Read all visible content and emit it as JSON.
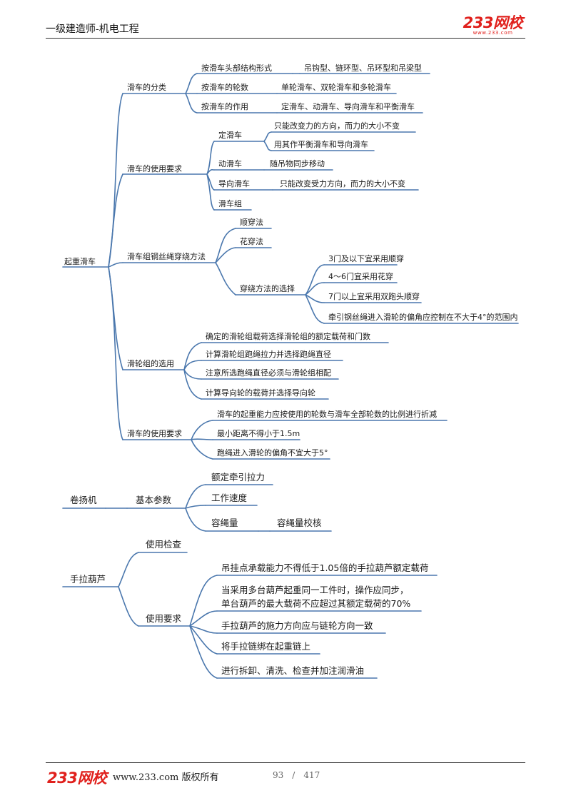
{
  "header": {
    "title": "一级建造师-机电工程",
    "logo_text": "233网校",
    "logo_url": "www.233.com"
  },
  "footer": {
    "logo_text": "233网校",
    "site": "www.233.com 版权所有",
    "page_current": "93",
    "page_separator": "/",
    "page_total": "417"
  },
  "colors": {
    "line": "#4a77ad",
    "accent": "#e0201c"
  },
  "section1": {
    "root": "起重滑车",
    "classification": {
      "label": "滑车的分类",
      "items": [
        {
          "label": "按滑车头部结构形式",
          "value": "吊钩型、链环型、吊环型和吊梁型"
        },
        {
          "label": "按滑车的轮数",
          "value": "单轮滑车、双轮滑车和多轮滑车"
        },
        {
          "label": "按滑车的作用",
          "value": "定滑车、动滑车、导向滑车和平衡滑车"
        }
      ]
    },
    "usage_req": {
      "label": "滑车的使用要求",
      "fixed": {
        "label": "定滑车",
        "items": [
          "只能改变力的方向，而力的大小不变",
          "用其作平衡滑车和导向滑车"
        ]
      },
      "moving": {
        "label": "动滑车",
        "value": "随吊物同步移动"
      },
      "guide": {
        "label": "导向滑车",
        "value": "只能改变受力方向，而力的大小不变"
      },
      "group": {
        "label": "滑车组"
      }
    },
    "threading": {
      "label": "滑车组钢丝绳穿绕方法",
      "methods": [
        "顺穿法",
        "花穿法"
      ],
      "choice": {
        "label": "穿绕方法的选择",
        "items": [
          "3门及以下宜采用顺穿",
          "4～6门宜采用花穿",
          "7门以上宜采用双跑头顺穿",
          "牵引钢丝绳进入滑轮的偏角应控制在不大于4°的范围内"
        ]
      }
    },
    "selection": {
      "label": "滑轮组的选用",
      "items": [
        "确定的滑轮组载荷选择滑轮组的额定载荷和门数",
        "计算滑轮组跑绳拉力并选择跑绳直径",
        "注意所选跑绳直径必须与滑轮组相配",
        "计算导向轮的载荷并选择导向轮"
      ]
    },
    "usage": {
      "label": "滑车的使用要求",
      "items": [
        "滑车的起重能力应按使用的轮数与滑车全部轮数的比例进行折减",
        "最小距离不得小于1.5m",
        "跑绳进入滑轮的偏角不宜大于5°"
      ]
    }
  },
  "section2": {
    "root": "卷扬机",
    "basic": {
      "label": "基本参数",
      "items": [
        "额定牵引拉力",
        "工作速度",
        "容绳量"
      ],
      "check": "容绳量校核"
    }
  },
  "section3": {
    "root": "手拉葫芦",
    "inspection": "使用检查",
    "requirements": {
      "label": "使用要求",
      "items": [
        "吊挂点承载能力不得低于1.05倍的手拉葫芦额定载荷",
        "当采用多台葫芦起重同一工件时，操作应同步，",
        "单台葫芦的最大载荷不应超过其额定载荷的70%",
        "手拉葫芦的施力方向应与链轮方向一致",
        "将手拉链绑在起重链上",
        "进行拆卸、清洗、检查并加注润滑油"
      ]
    }
  }
}
